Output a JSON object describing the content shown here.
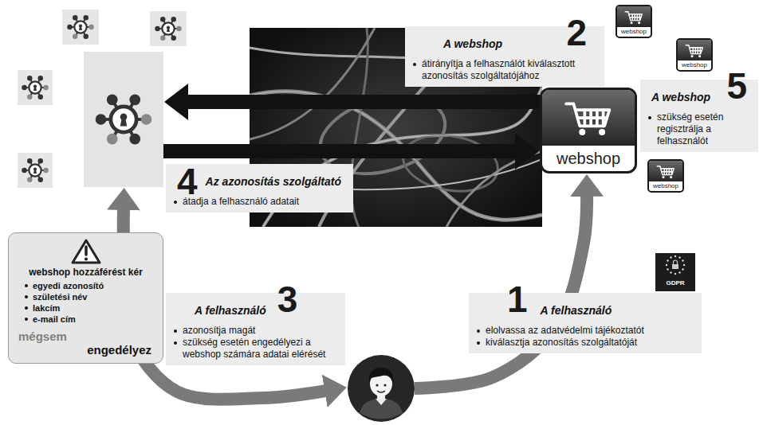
{
  "diagram": {
    "nodes": [
      {
        "text": [
          "A webshop",
          "2",
          "átirányítja a felhasználót kiválasztott azonosítás szolgáltatójához"
        ]
      },
      {
        "text": [
          "webshop"
        ]
      },
      {
        "text": [
          "webshop"
        ]
      },
      {
        "text": []
      },
      {
        "text": [
          "webshop"
        ]
      },
      {
        "text": [
          "A webshop",
          "5",
          "szükség esetén regisztrálja a felhasználót"
        ]
      },
      {
        "text": [
          "webshop"
        ]
      },
      {
        "text": [
          "4",
          "Az azonosítás szolgáltató",
          "átadja a felhasználó adatait"
        ]
      },
      {
        "text": [
          "webshop hozzáférést kér",
          "egyedi azonosító",
          "születési név",
          "lakcím",
          "e-mail cím",
          "mégsem",
          "engedélyez"
        ]
      },
      {
        "text": [
          "A felhasználó",
          "3",
          "azonosítja magát",
          "szükség esetén engedélyezi a webshop számára adatai elérését"
        ]
      },
      {
        "text": [
          "1",
          "A felhasználó",
          "elolvassa az adatvédelmi tájékoztatót",
          "kiválasztja azonosítás szolgáltatóját"
        ]
      },
      {
        "text": []
      }
    ],
    "edges": [
      {
        "from": 4,
        "to": 3,
        "arrow": "to"
      },
      {
        "from": 3,
        "to": 4,
        "arrow": "to"
      },
      {
        "from": 11,
        "to": 4,
        "arrow": "to"
      },
      {
        "from": 11,
        "to": 3,
        "arrow": "both"
      }
    ],
    "labels": [
      "GDPR"
    ]
  }
}
